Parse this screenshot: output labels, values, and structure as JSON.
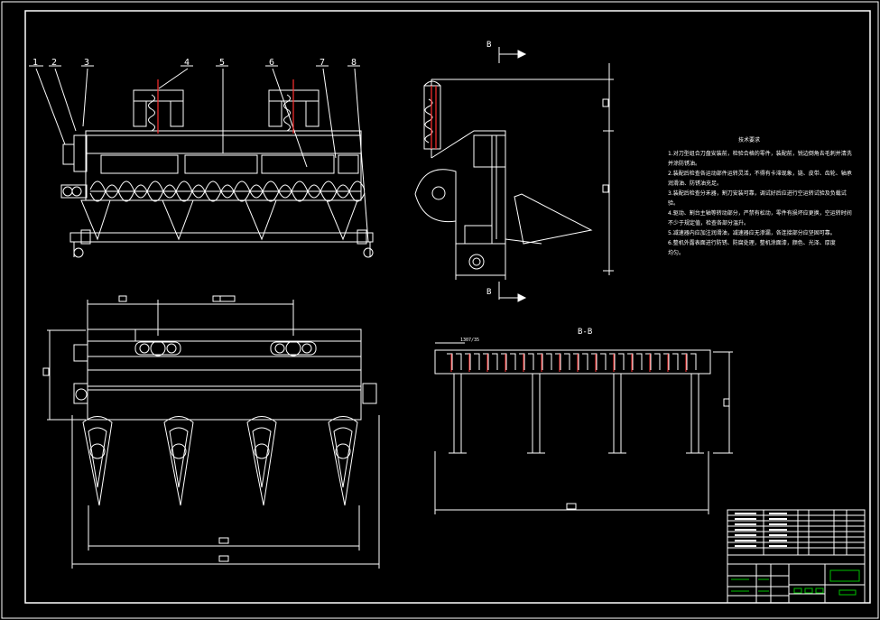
{
  "drawing": {
    "balloons": [
      "1",
      "2",
      "3",
      "4",
      "5",
      "6",
      "7",
      "8"
    ],
    "section_mark": "B",
    "section_title": "B-B",
    "notes_title": "技术要求",
    "notes": [
      "1.对刀型组合刀盘安装前，检验合格的零件，装配前，锐边倒角去毛刺并清洗",
      "  并涂防锈油。",
      "2.装配后检查各运动部件运转灵活，不得有卡滞现象，链、皮带、齿轮、轴承",
      "  润滑油、防锈油充足。",
      "3.装配后检查分禾器，割刀安装可靠，调试好后应进行空运转试验及负载试",
      "  验。",
      "4.驱动、割台主轴等转动部分，严禁有松动，零件有损坏应更换，空运转时间",
      "  不少于规定值，检查各部分温升。",
      "5.减速器内应加注润滑油，减速器应无渗漏，各连接部分应坚固可靠。",
      "6.整机外露表面进行防锈、防腐处理，整机涂面漆，颜色、光泽、厚度",
      "  均匀。"
    ],
    "dim_small": "1307/35"
  },
  "colors": {
    "line": "#ffffff",
    "accent": "#ff3030",
    "title_green": "#00c000"
  }
}
